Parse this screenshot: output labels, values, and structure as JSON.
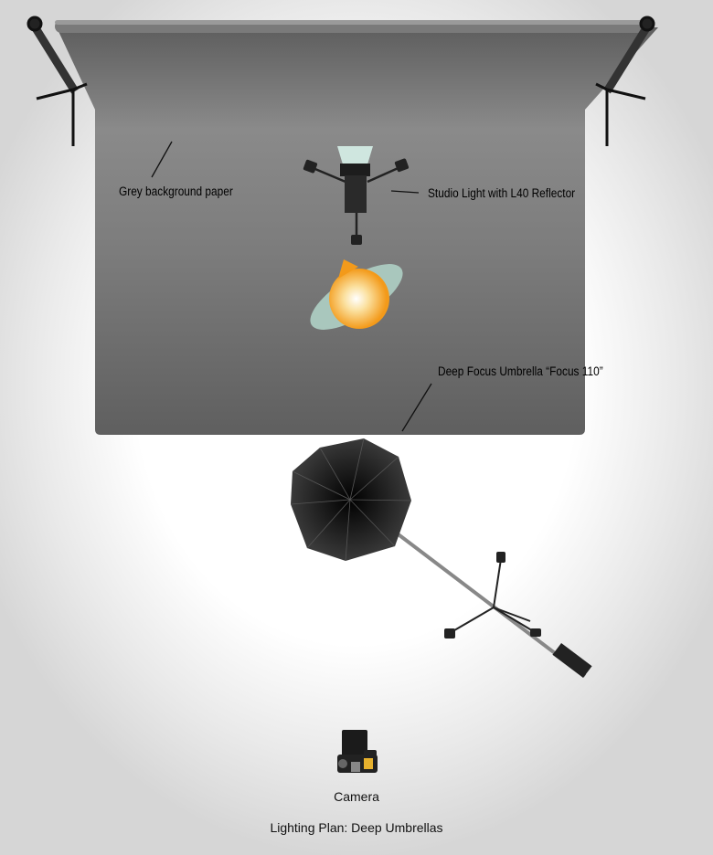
{
  "labels": {
    "background_paper": "Grey background paper",
    "studio_light": "Studio Light with L40 Reflector",
    "umbrella": "Deep Focus Umbrella “Focus 110”",
    "camera": "Camera"
  },
  "title": "Lighting Plan:  Deep Umbrellas",
  "colors": {
    "paper": "#6e6e6e",
    "flash": "#f39a1a",
    "reflector": "#a9c7bd"
  }
}
